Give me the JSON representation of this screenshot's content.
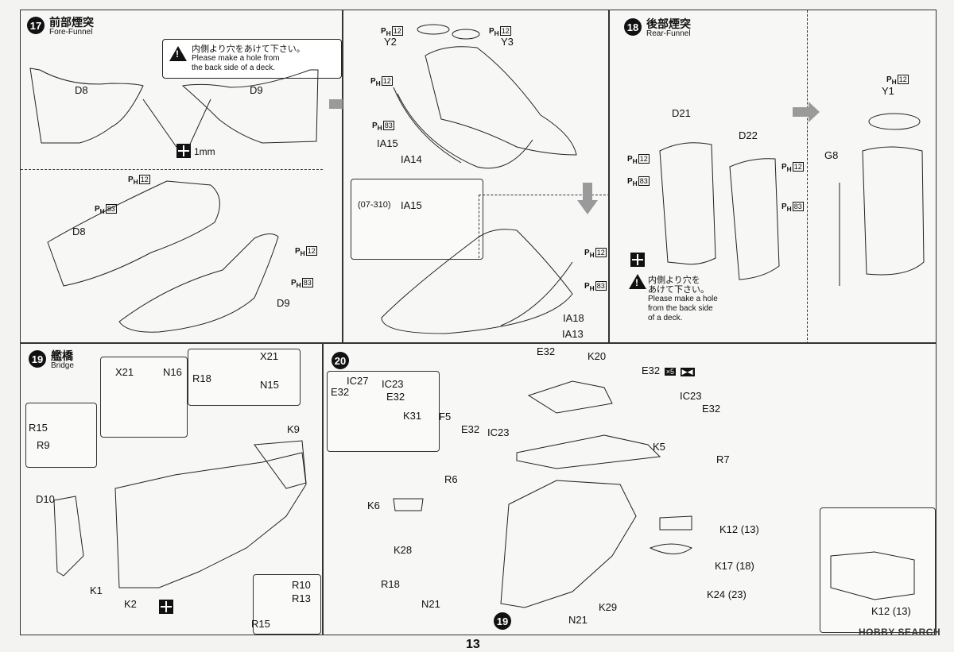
{
  "page_number": "13",
  "watermark": "HOBBY SEARCH",
  "warning_icon": "warning-triangle-icon",
  "drill_icon": "drill-hole-icon",
  "step17": {
    "num": "17",
    "title_jp": "前部煙突",
    "title_en": "Fore-Funnel",
    "warning": {
      "jp": "内側より穴をあけて下さい。",
      "en1": "Please make a hole from",
      "en2": "the back side of a deck."
    },
    "hole_size": "1mm",
    "parts": {
      "d8": "D8",
      "d9": "D9",
      "d8b": "D8",
      "d9b": "D9"
    },
    "ph_tag": "P",
    "ph_sub": "H",
    "ph12": "12",
    "ph83": "83"
  },
  "step17b": {
    "y2": "Y2",
    "y3": "Y3",
    "ia15": "IA15",
    "ia14": "IA14",
    "inset_ref": "(07-310)",
    "inset_part": "IA15",
    "ia18": "IA18",
    "ia13": "IA13"
  },
  "step18": {
    "num": "18",
    "title_jp": "後部煙突",
    "title_en": "Rear-Funnel",
    "d21": "D21",
    "d22": "D22",
    "y1": "Y1",
    "g8": "G8",
    "warning": {
      "jp1": "内側より穴を",
      "jp2": "あけて下さい。",
      "en1": "Please make a hole",
      "en2": "from the back side",
      "en3": "of a deck."
    }
  },
  "step19": {
    "num": "19",
    "title_jp": "艦橋",
    "title_en": "Bridge",
    "parts": [
      "X21",
      "N16",
      "X21",
      "N15",
      "R18",
      "R15",
      "R9",
      "K9",
      "D10",
      "K1",
      "K2",
      "R10",
      "R13",
      "R15"
    ]
  },
  "step20": {
    "num": "20",
    "inset_parts": [
      "IC27",
      "IC23",
      "E32",
      "E32",
      "K31"
    ],
    "parts": {
      "e32a": "E32",
      "k20": "K20",
      "e32x5": "E32",
      "x5": "×5",
      "f5": "F5",
      "e32b": "E32",
      "ic23a": "IC23",
      "ic23b": "IC23",
      "e32c": "E32",
      "k5": "K5",
      "r7": "R7",
      "r6": "R6",
      "k6": "K6",
      "k12": "K12 (13)",
      "k28": "K28",
      "k17": "K17 (18)",
      "r18": "R18",
      "k24": "K24 (23)",
      "n21a": "N21",
      "n21b": "N21",
      "k29": "K29",
      "ref19": "19",
      "k12b": "K12 (13)"
    }
  }
}
